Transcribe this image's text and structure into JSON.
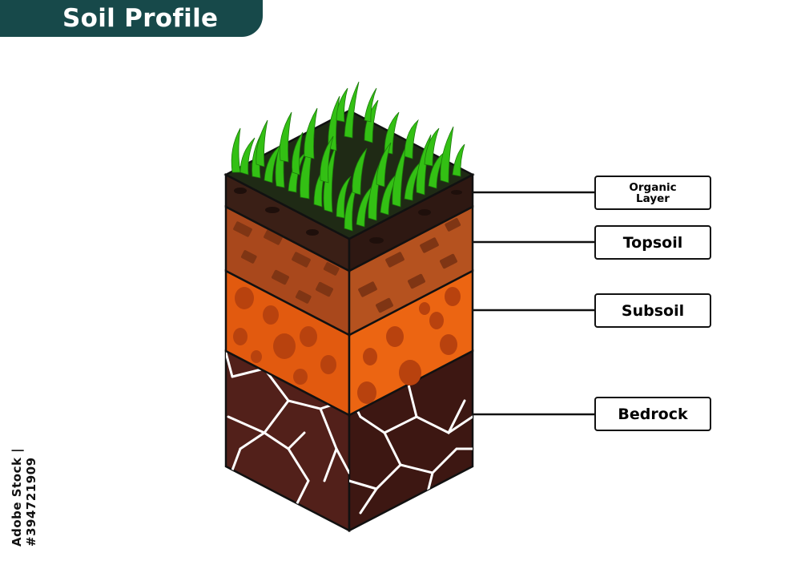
{
  "title": "Soil Profile",
  "layers": [
    {
      "id": "organic",
      "label": "Organic Layer",
      "color": "#3a1f16"
    },
    {
      "id": "topsoil",
      "label": "Topsoil",
      "color": "#b5501e"
    },
    {
      "id": "subsoil",
      "label": "Subsoil",
      "color": "#f26a14"
    },
    {
      "id": "bedrock",
      "label": "Bedrock",
      "color": "#4a1b14"
    }
  ],
  "grass_color": "#33c014",
  "banner_color": "#17494a",
  "watermark": "Adobe Stock | #394721909"
}
